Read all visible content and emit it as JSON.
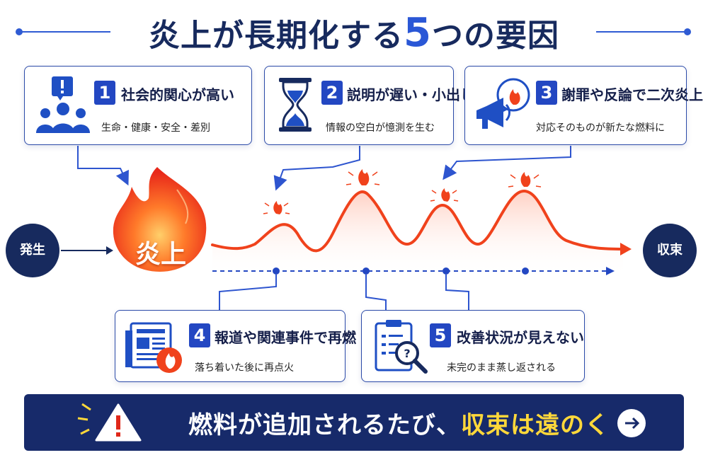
{
  "title": {
    "prefix": "炎上が長期化する",
    "number": "5",
    "suffix": "つの要因"
  },
  "factors": [
    {
      "num": "1",
      "heading": "社会的関心が高い",
      "detail": "生命・健康・安全・差別",
      "icon": "people-alert-icon"
    },
    {
      "num": "2",
      "heading": "説明が遅い・小出し",
      "detail": "情報の空白が憶測を生む",
      "icon": "hourglass-icon"
    },
    {
      "num": "3",
      "heading": "謝罪や反論で二次炎上",
      "detail": "対応そのものが新たな燃料に",
      "icon": "megaphone-fire-icon"
    },
    {
      "num": "4",
      "heading": "報道や関連事件で再燃",
      "detail": "落ち着いた後に再点火",
      "icon": "newspaper-fire-icon"
    },
    {
      "num": "5",
      "heading": "改善状況が見えない",
      "detail": "未完のまま蒸し返される",
      "icon": "clipboard-search-icon"
    }
  ],
  "flow": {
    "start": "発生",
    "flame_label": "炎上",
    "end": "収束"
  },
  "banner": {
    "text_main": "燃料が追加されるたび、",
    "text_highlight": "収束は遠のく",
    "warning_icon": "warning-icon",
    "arrow_icon": "arrow-right-icon"
  },
  "colors": {
    "navy": "#172a5e",
    "accent_blue": "#2347c2",
    "fire": "#f0421c",
    "highlight": "#ffd83a"
  }
}
